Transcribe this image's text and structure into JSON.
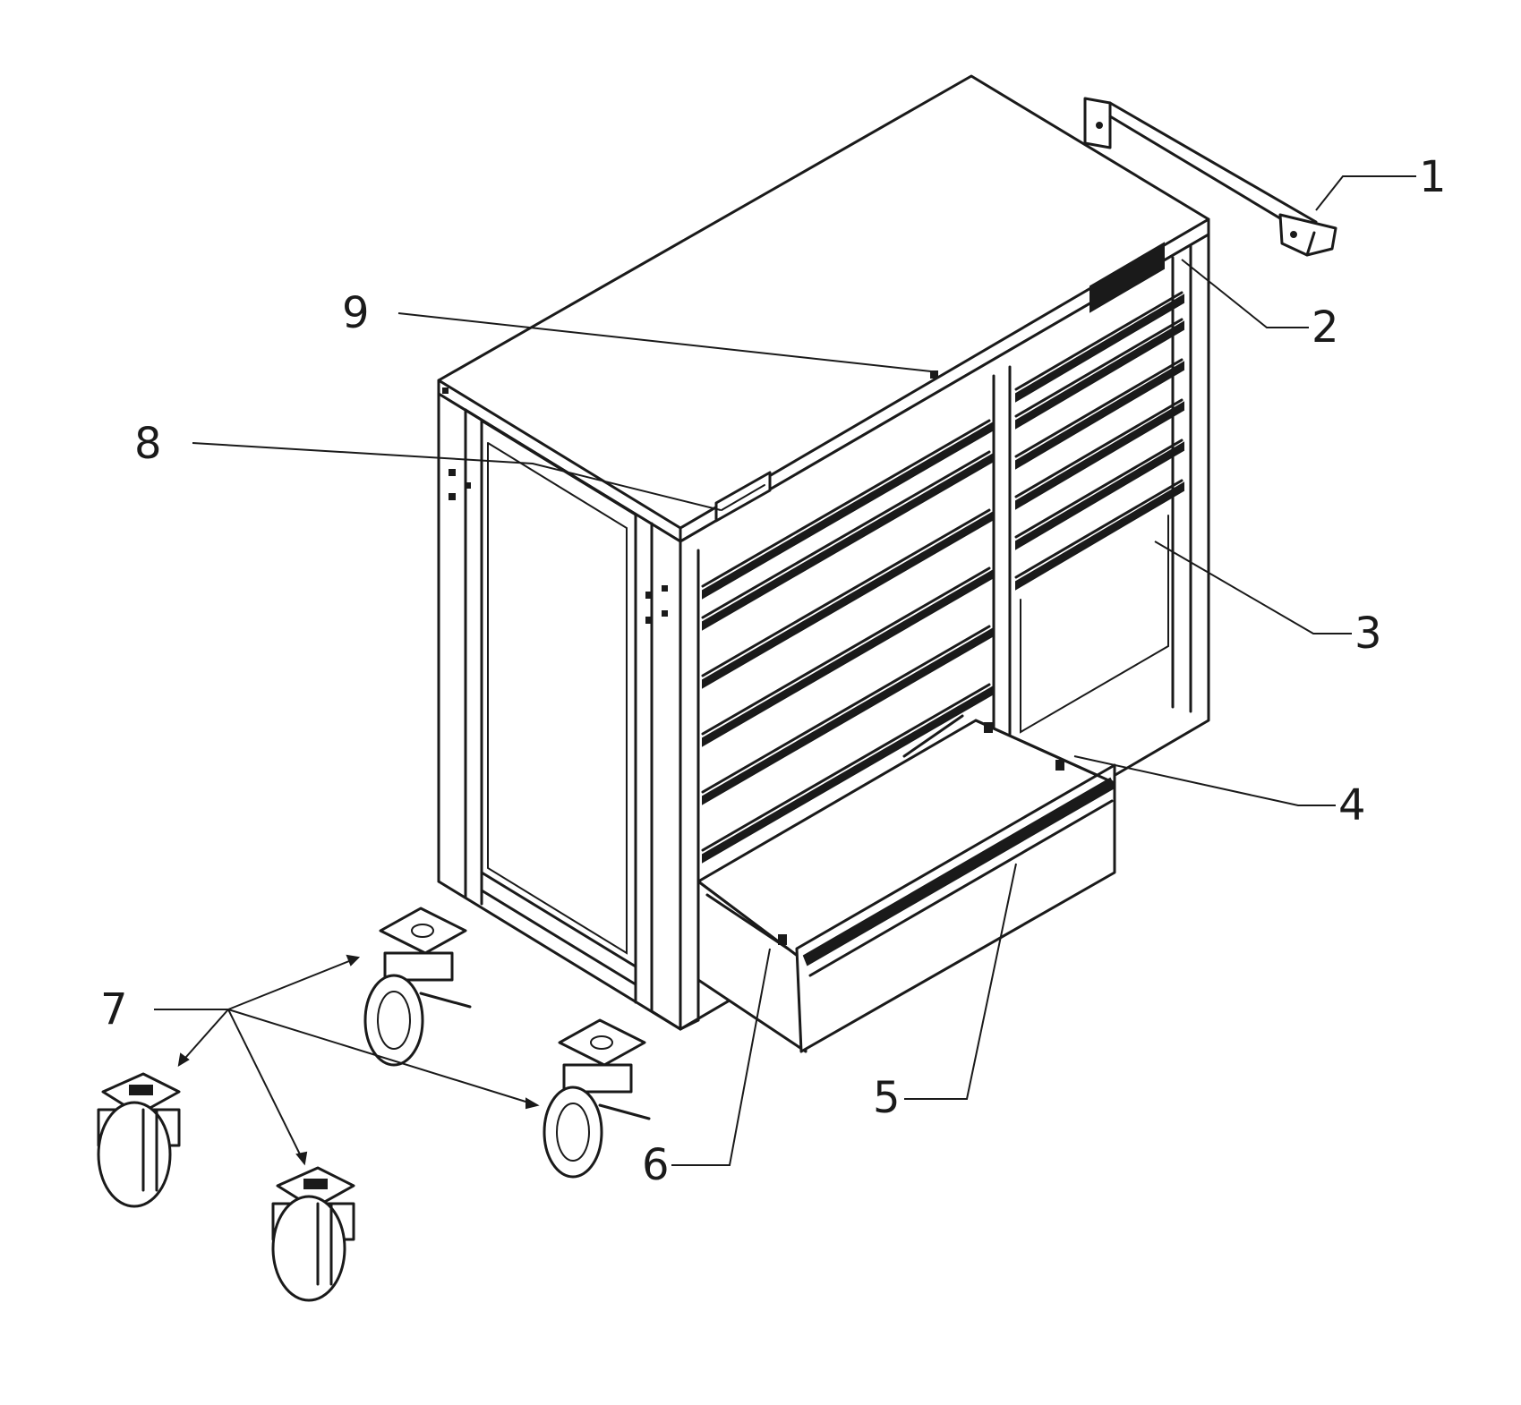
{
  "callouts": [
    {
      "id": "1",
      "label": "1",
      "part": "handle"
    },
    {
      "id": "2",
      "label": "2",
      "part": "vent"
    },
    {
      "id": "3",
      "label": "3",
      "part": "drawer"
    },
    {
      "id": "4",
      "label": "4",
      "part": "slide"
    },
    {
      "id": "5",
      "label": "5",
      "part": "drawer-pull"
    },
    {
      "id": "6",
      "label": "6",
      "part": "drawer-side"
    },
    {
      "id": "7",
      "label": "7",
      "part": "casters"
    },
    {
      "id": "8",
      "label": "8",
      "part": "lock"
    },
    {
      "id": "9",
      "label": "9",
      "part": "top-panel-screw"
    }
  ]
}
